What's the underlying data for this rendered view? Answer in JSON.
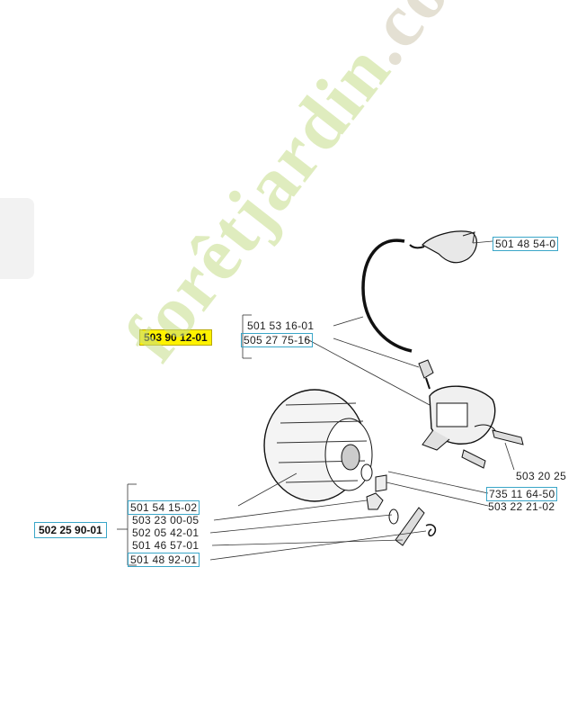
{
  "assembly_numbers": {
    "ignition": "503 90 12-01",
    "flywheel": "502 25 90-01"
  },
  "part_numbers": {
    "spark_plug_cap": "501 48 54-0",
    "ht_lead": "501 53 16-01",
    "lead_adapter": "505 27 75-16",
    "screw": "503 20 25",
    "washer": "735 11 64-50",
    "spacer": "503 22 21-02",
    "flywheel": "501 54 15-02",
    "nut": "503 23 00-05",
    "washer_small": "502 05 42-01",
    "starter_pawl": "501 46 57-01",
    "spring": "501 48 92-01"
  },
  "watermark": {
    "text": "forêtjardin",
    "suffix": ".com"
  },
  "colors": {
    "highlight": "#fff200",
    "label_box": "#3aa6c8",
    "watermark_green": "#c6dd8a",
    "watermark_gray": "#cfc7b0"
  }
}
